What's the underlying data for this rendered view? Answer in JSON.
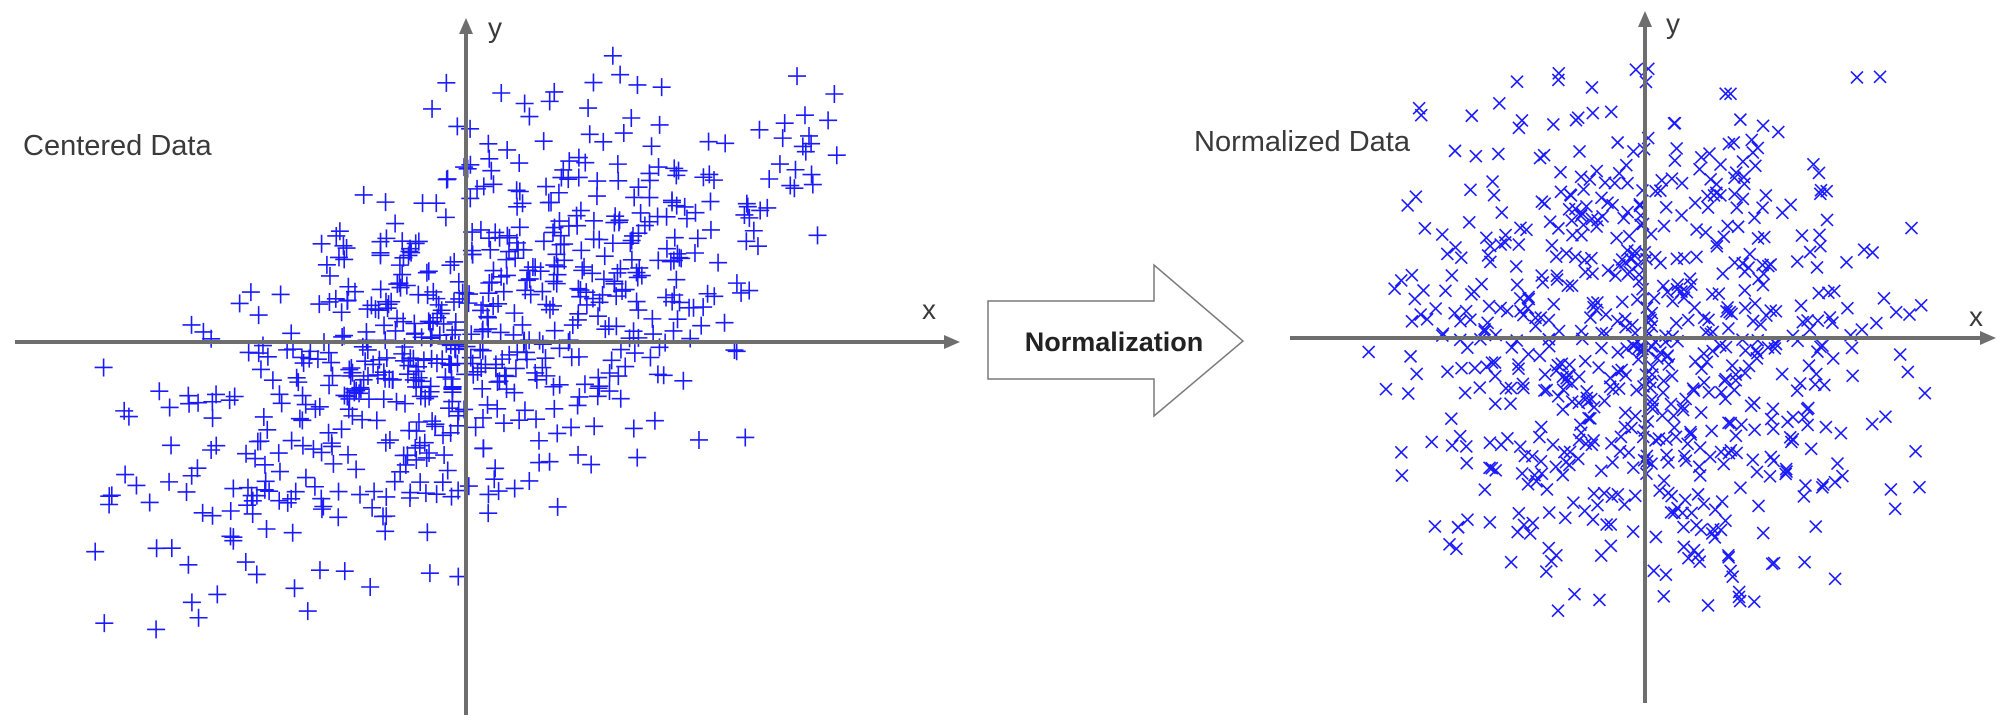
{
  "colors": {
    "points": "#1a1aff",
    "axes": "#6e6e6e",
    "text": "#3a3a3a"
  },
  "left_panel": {
    "title": "Centered Data",
    "x_label": "x",
    "y_label": "y",
    "marker": "plus"
  },
  "right_panel": {
    "title": "Normalized Data",
    "x_label": "x",
    "y_label": "y",
    "marker": "cross"
  },
  "arrow": {
    "label": "Normalization"
  },
  "chart_data": [
    {
      "type": "scatter",
      "title": "Centered Data",
      "xlabel": "x",
      "ylabel": "y",
      "marker": "plus",
      "n_points": 700,
      "distribution": "correlated gaussian, positive slope",
      "center": [
        0,
        0
      ],
      "std": [
        1.0,
        0.8
      ],
      "correlation": 0.65
    },
    {
      "type": "scatter",
      "title": "Normalized Data",
      "xlabel": "x",
      "ylabel": "y",
      "marker": "cross",
      "n_points": 700,
      "distribution": "uncorrelated, roughly circular",
      "center": [
        0,
        0
      ],
      "std": [
        1.0,
        1.0
      ],
      "correlation": 0.0
    }
  ]
}
